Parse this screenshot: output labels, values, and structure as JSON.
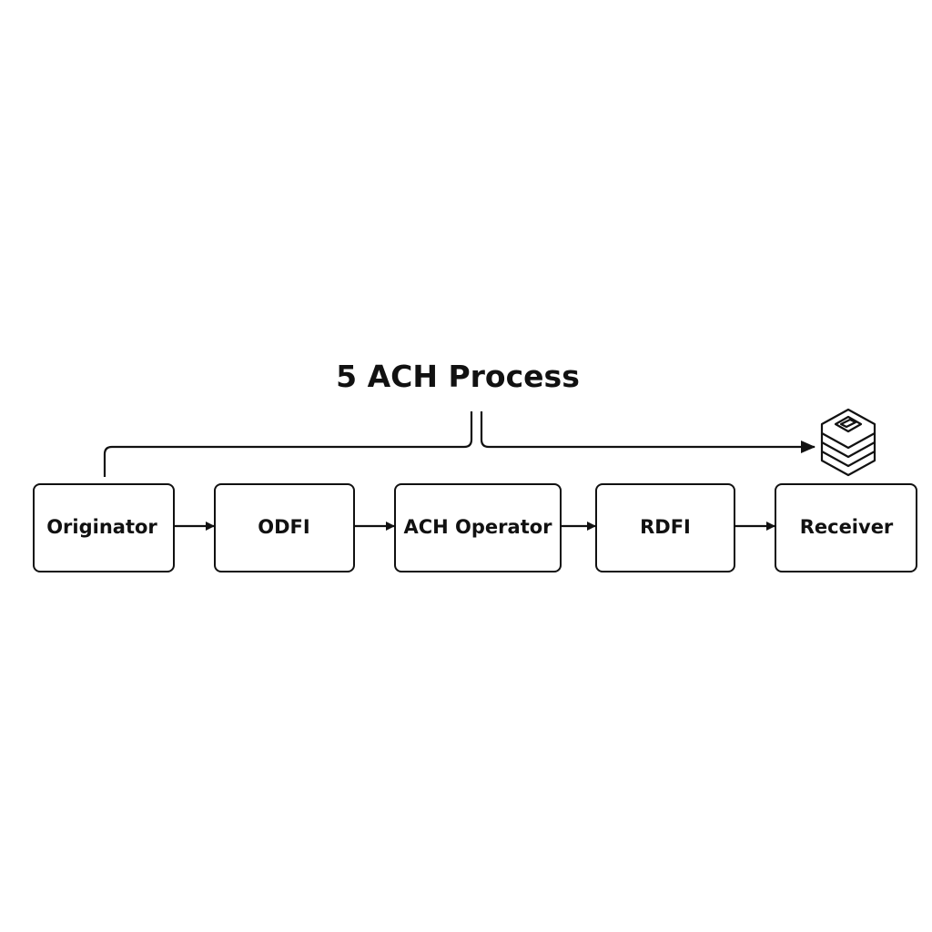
{
  "diagram": {
    "title": "5 ACH Process",
    "nodes": [
      {
        "label": "Originator"
      },
      {
        "label": "ODFI"
      },
      {
        "label": "ACH Operator"
      },
      {
        "label": "RDFI"
      },
      {
        "label": "Receiver"
      }
    ],
    "icon": "database-stack-icon",
    "colors": {
      "stroke": "#111111",
      "background": "#ffffff"
    }
  }
}
